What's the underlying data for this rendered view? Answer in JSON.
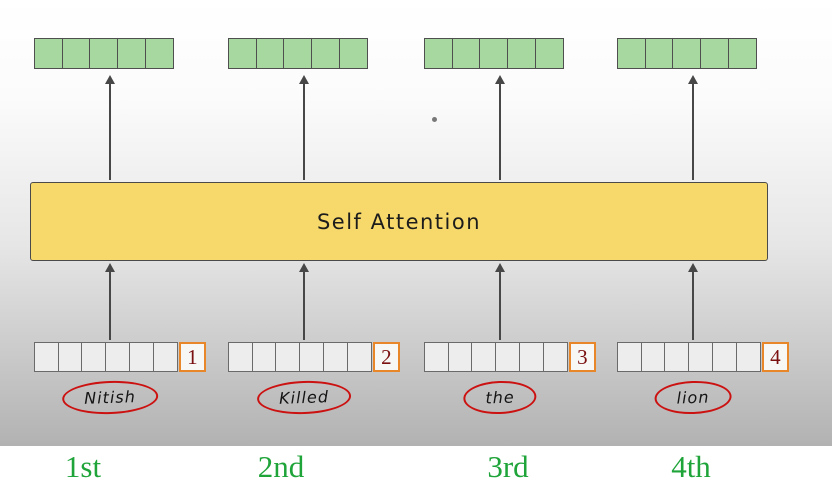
{
  "attention": {
    "label": "Self Attention"
  },
  "columns": [
    {
      "word": "Nitish",
      "badge": "1",
      "ordinal": "1st"
    },
    {
      "word": "Killed",
      "badge": "2",
      "ordinal": "2nd"
    },
    {
      "word": "the",
      "badge": "3",
      "ordinal": "3rd"
    },
    {
      "word": "lion",
      "badge": "4",
      "ordinal": "4th"
    }
  ],
  "colors": {
    "output_vector": "#a6d8a0",
    "attention_box": "#f7d96b",
    "badge_border": "#e8872a",
    "badge_number": "#7a1010",
    "word_circle": "#cc1111",
    "ordinal_text": "#1fa43a"
  }
}
